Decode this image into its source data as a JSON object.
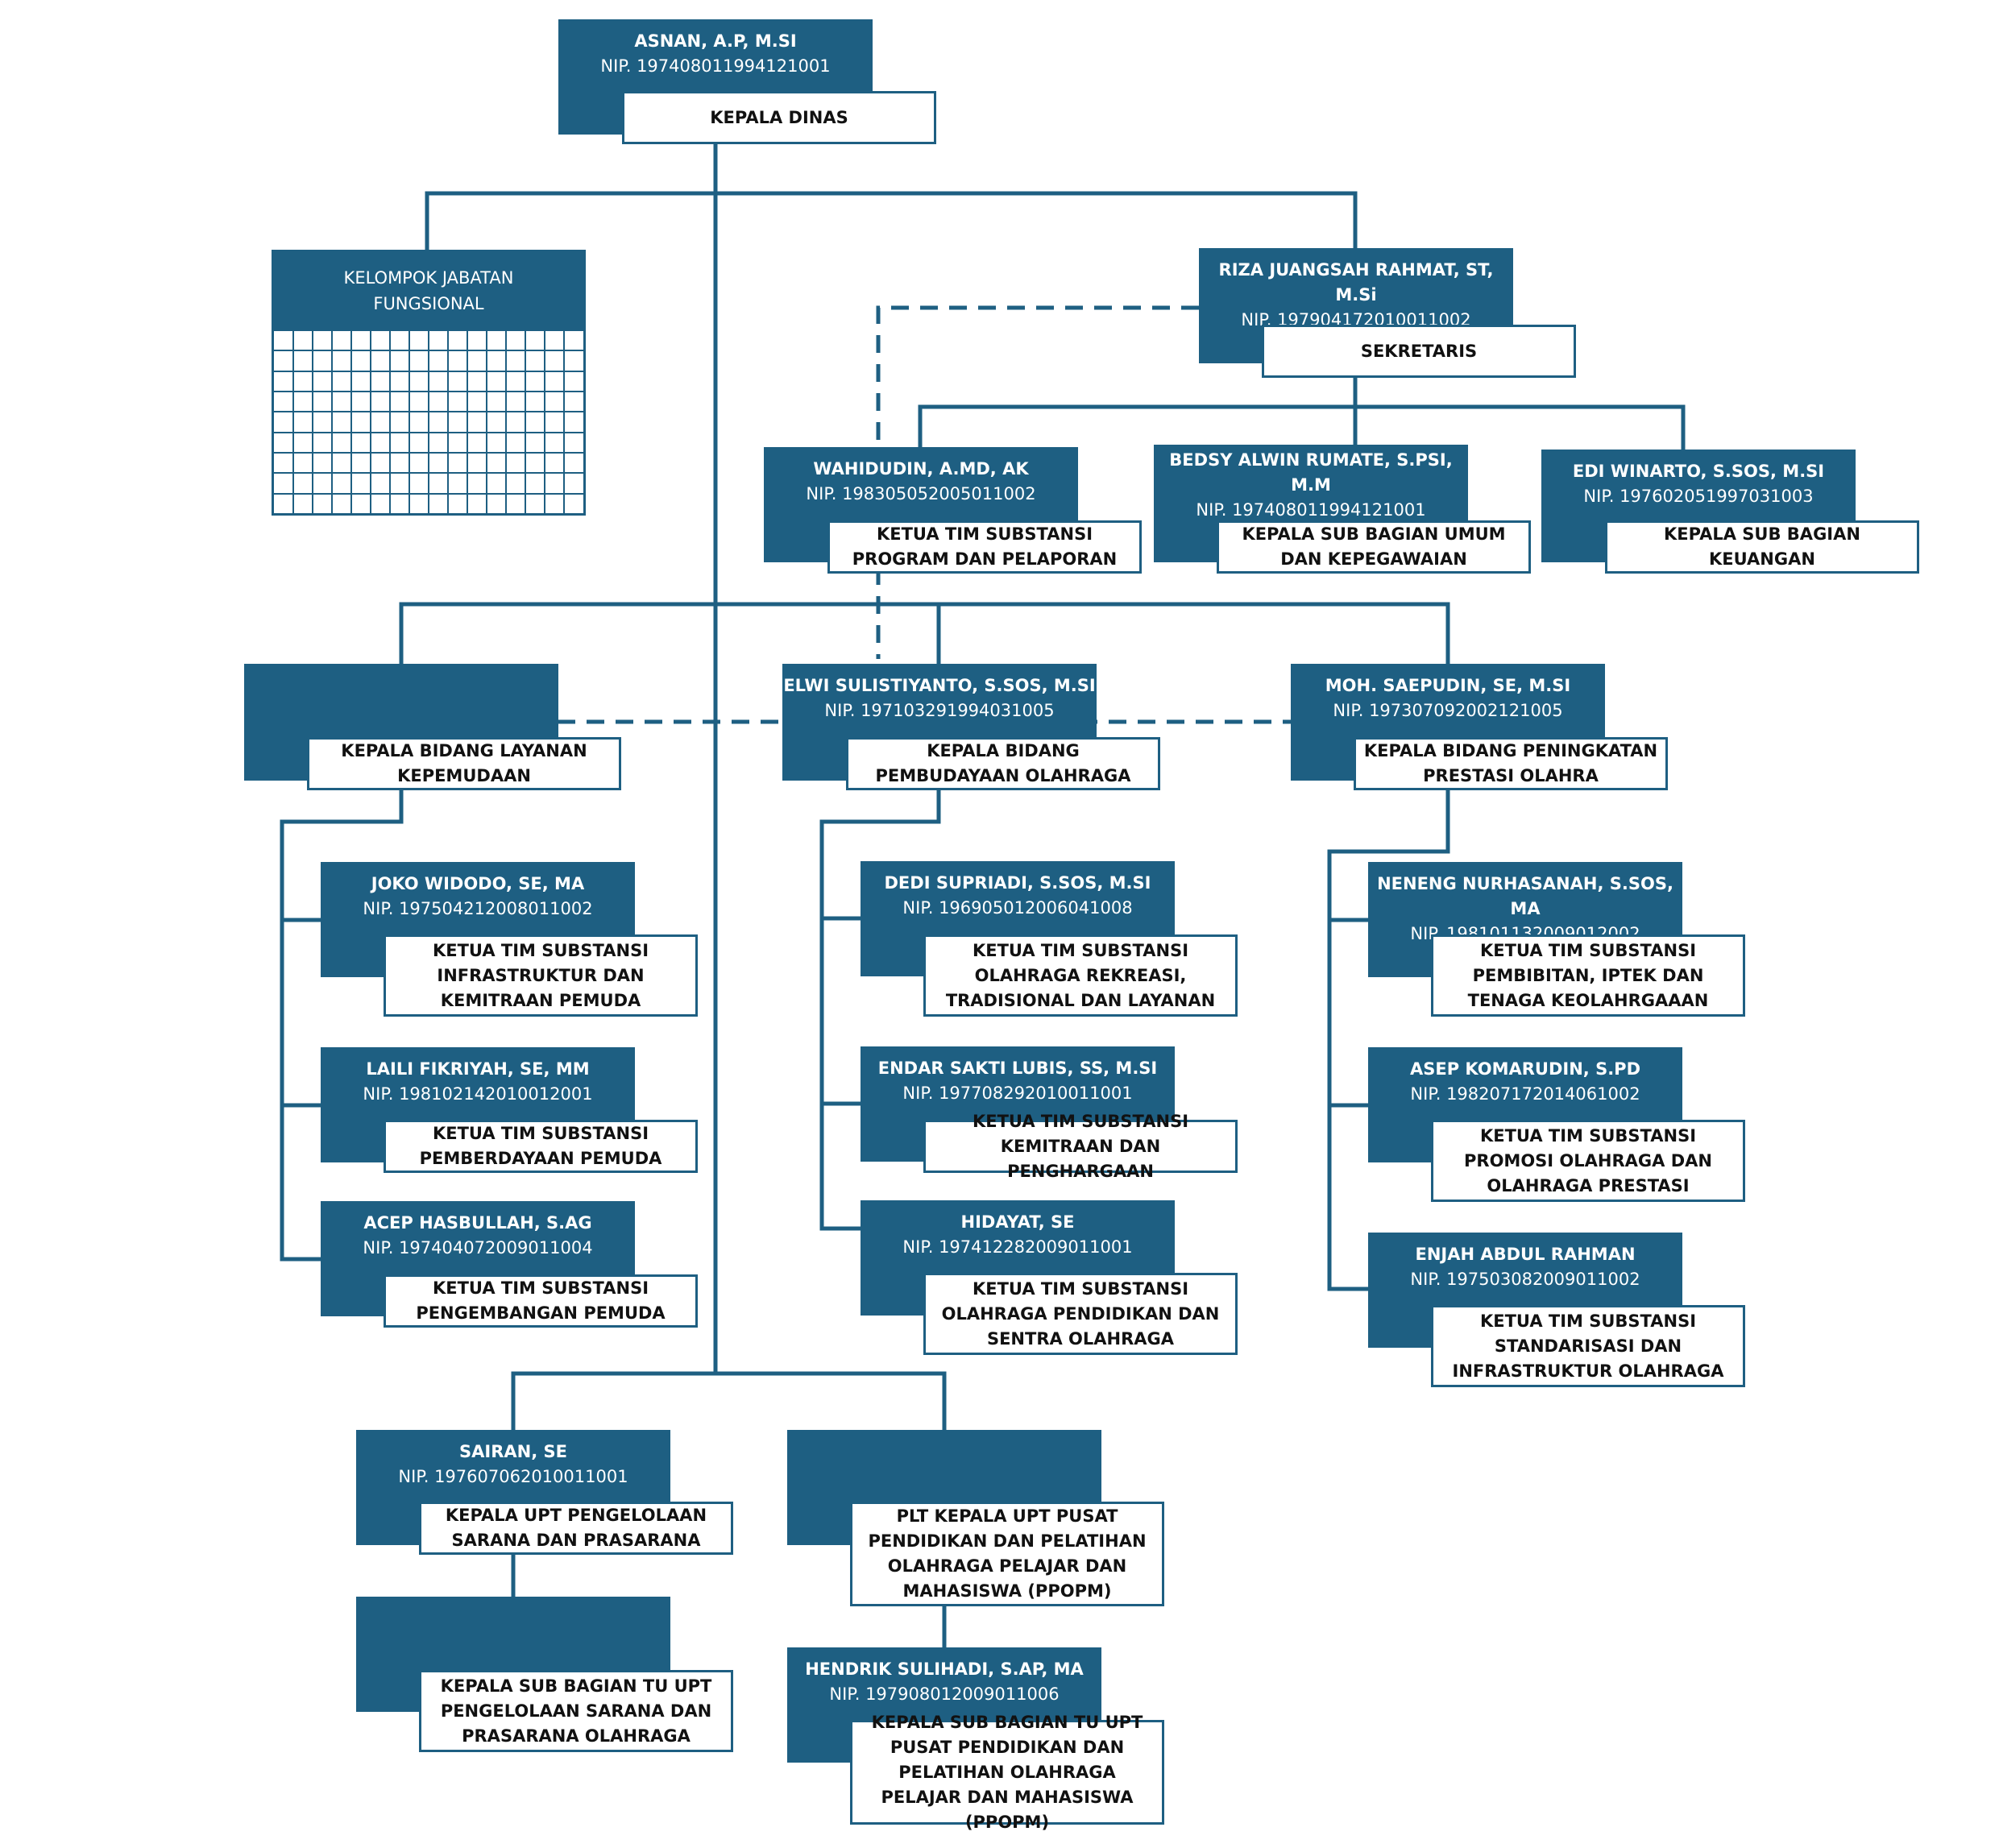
{
  "palette": {
    "primary": "#1e5f82",
    "label_bg": "#ffffff",
    "text_dark": "#111111"
  },
  "kepala_dinas": {
    "name": "ASNAN, A.P, M.SI",
    "nip": "NIP. 197408011994121001",
    "title": "KEPALA DINAS"
  },
  "jabatan_fungsional": {
    "title": "KELOMPOK JABATAN FUNGSIONAL"
  },
  "sekretaris": {
    "name": "RIZA JUANGSAH RAHMAT, ST, M.Si",
    "nip": "NIP. 197904172010011002",
    "title": "SEKRETARIS"
  },
  "sekretariat": [
    {
      "name": "WAHIDUDIN, A.MD, AK",
      "nip": "NIP. 198305052005011002",
      "title": "KETUA TIM SUBSTANSI PROGRAM DAN PELAPORAN"
    },
    {
      "name": "BEDSY ALWIN RUMATE, S.PSI, M.M",
      "nip": "NIP. 197408011994121001",
      "title": "KEPALA SUB BAGIAN UMUM DAN KEPEGAWAIAN"
    },
    {
      "name": "EDI WINARTO, S.SOS, M.SI",
      "nip": "NIP. 197602051997031003",
      "title": "KEPALA SUB BAGIAN KEUANGAN"
    }
  ],
  "bidang": [
    {
      "name": "",
      "nip": "",
      "title": "KEPALA BIDANG LAYANAN KEPEMUDAAN",
      "tim": [
        {
          "name": "JOKO WIDODO, SE, MA",
          "nip": "NIP. 197504212008011002",
          "title": "KETUA TIM SUBSTANSI INFRASTRUKTUR DAN KEMITRAAN PEMUDA"
        },
        {
          "name": "LAILI FIKRIYAH, SE, MM",
          "nip": "NIP. 198102142010012001",
          "title": "KETUA TIM SUBSTANSI PEMBERDAYAAN PEMUDA"
        },
        {
          "name": "ACEP HASBULLAH, S.AG",
          "nip": "NIP. 197404072009011004",
          "title": "KETUA TIM SUBSTANSI PENGEMBANGAN PEMUDA"
        }
      ]
    },
    {
      "name": "ELWI SULISTIYANTO, S.SOS, M.SI",
      "nip": "NIP. 197103291994031005",
      "title": "KEPALA BIDANG PEMBUDAYAAN OLAHRAGA",
      "tim": [
        {
          "name": "DEDI SUPRIADI, S.SOS, M.SI",
          "nip": "NIP. 196905012006041008",
          "title": "KETUA TIM SUBSTANSI OLAHRAGA REKREASI, TRADISIONAL DAN LAYANAN"
        },
        {
          "name": "ENDAR SAKTI LUBIS, SS, M.SI",
          "nip": "NIP. 197708292010011001",
          "title": "KETUA TIM SUBSTANSI KEMITRAAN DAN PENGHARGAAN"
        },
        {
          "name": "HIDAYAT, SE",
          "nip": "NIP. 197412282009011001",
          "title": "KETUA TIM SUBSTANSI OLAHRAGA PENDIDIKAN DAN SENTRA OLAHRAGA"
        }
      ]
    },
    {
      "name": "MOH. SAEPUDIN, SE, M.SI",
      "nip": "NIP. 197307092002121005",
      "title": "KEPALA BIDANG PENINGKATAN PRESTASI OLAHRA",
      "tim": [
        {
          "name": "NENENG NURHASANAH, S.SOS, MA",
          "nip": "NIP. 198101132009012002",
          "title": "KETUA TIM SUBSTANSI PEMBIBITAN, IPTEK DAN TENAGA KEOLAHRGAAAN"
        },
        {
          "name": "ASEP KOMARUDIN, S.PD",
          "nip": "NIP. 198207172014061002",
          "title": "KETUA TIM SUBSTANSI PROMOSI OLAHRAGA DAN OLAHRAGA PRESTASI"
        },
        {
          "name": "ENJAH ABDUL RAHMAN",
          "nip": "NIP. 197503082009011002",
          "title": "KETUA TIM SUBSTANSI STANDARISASI DAN INFRASTRUKTUR OLAHRAGA"
        }
      ]
    }
  ],
  "upt": [
    {
      "name": "SAIRAN, SE",
      "nip": "NIP. 197607062010011001",
      "title": "KEPALA UPT PENGELOLAAN SARANA DAN PRASARANA",
      "sub": {
        "name": "",
        "nip": "",
        "title": "KEPALA SUB BAGIAN TU UPT PENGELOLAAN SARANA DAN PRASARANA OLAHRAGA"
      }
    },
    {
      "name": "",
      "nip": "",
      "title": "PLT KEPALA UPT PUSAT PENDIDIKAN DAN PELATIHAN OLAHRAGA PELAJAR DAN MAHASISWA (PPOPM)",
      "sub": {
        "name": "HENDRIK SULIHADI, S.AP, MA",
        "nip": "NIP. 197908012009011006",
        "title": "KEPALA SUB BAGIAN TU UPT PUSAT PENDIDIKAN DAN PELATIHAN OLAHRAGA PELAJAR DAN MAHASISWA (PPOPM)"
      }
    }
  ]
}
